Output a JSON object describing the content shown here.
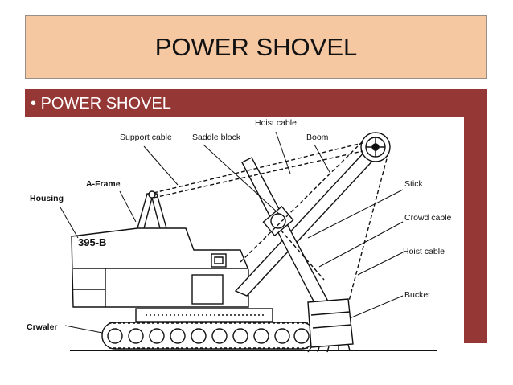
{
  "slide": {
    "title": "POWER SHOVEL",
    "bullet": "POWER SHOVEL"
  },
  "diagram": {
    "machine_plate": "395-B",
    "labels": {
      "hoist_cable_top": "Hoist cable",
      "support_cable": "Support cable",
      "saddle_block": "Saddle block",
      "boom": "Boom",
      "a_frame": "A-Frame",
      "housing": "Housing",
      "stick": "Stick",
      "crowd_cable": "Crowd cable",
      "hoist_cable_right": "Hoist cable",
      "bucket": "Bucket",
      "crawler": "Crwaler"
    }
  },
  "colors": {
    "title_bg": "#f6c8a2",
    "band": "#953735"
  }
}
